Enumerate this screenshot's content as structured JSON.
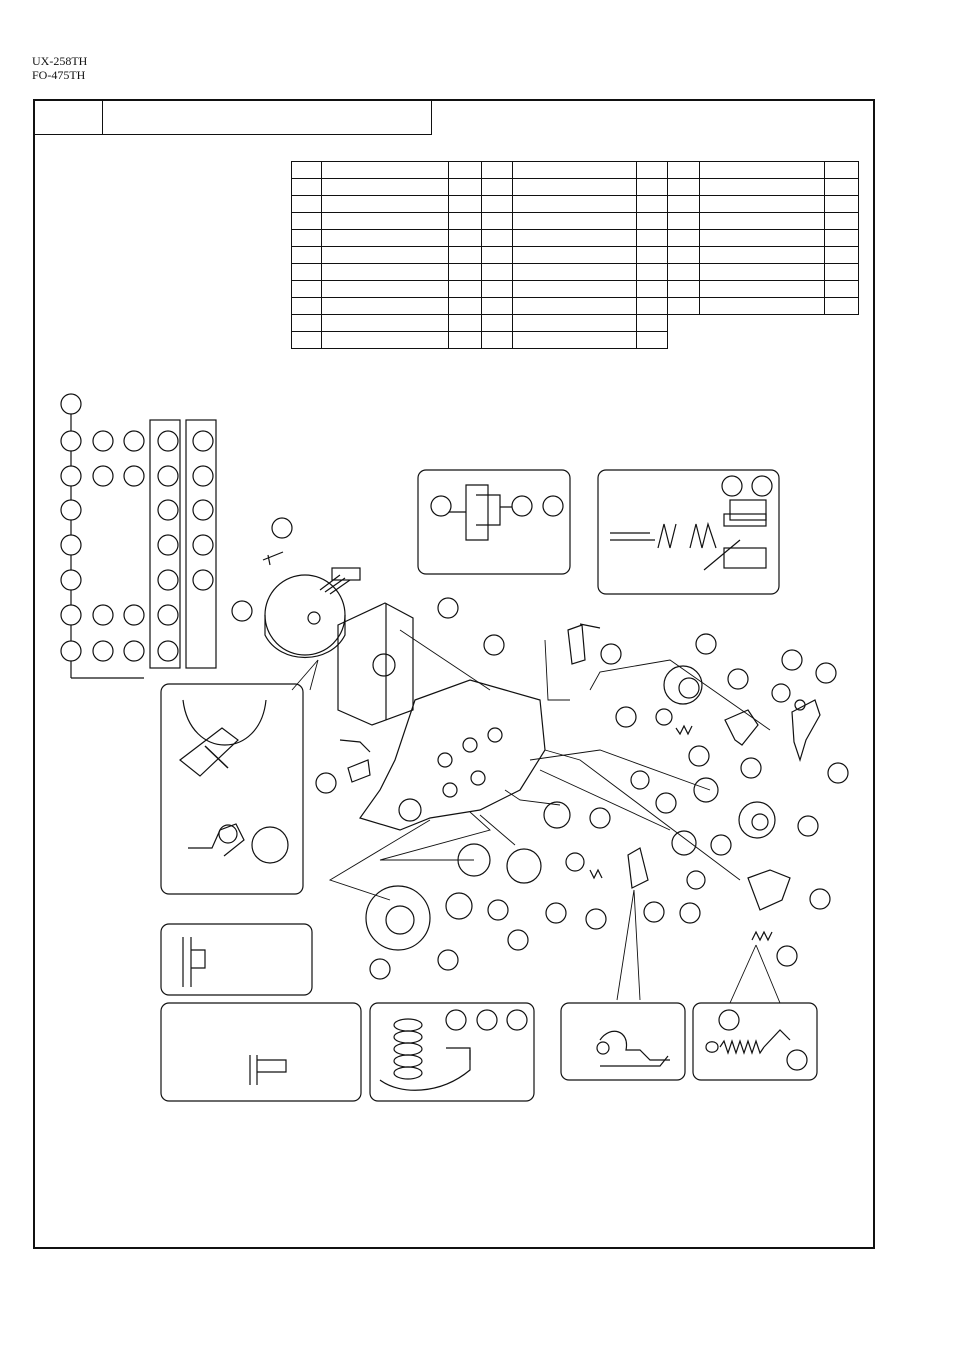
{
  "header": {
    "model_lines": [
      "UX-258TH",
      "FO-475TH"
    ]
  },
  "title_box": {
    "number": "",
    "title": ""
  },
  "parts_tables": {
    "table1_rows": 11,
    "table2_rows": 11,
    "table3_rows": 9,
    "cells": []
  },
  "colors": {
    "line": "#111111",
    "background": "#ffffff"
  },
  "icons": [
    "stepper-motor-icon",
    "gear-icon",
    "spring-icon",
    "sensor-icon",
    "lever-icon",
    "screw-icon",
    "bracket-icon"
  ]
}
